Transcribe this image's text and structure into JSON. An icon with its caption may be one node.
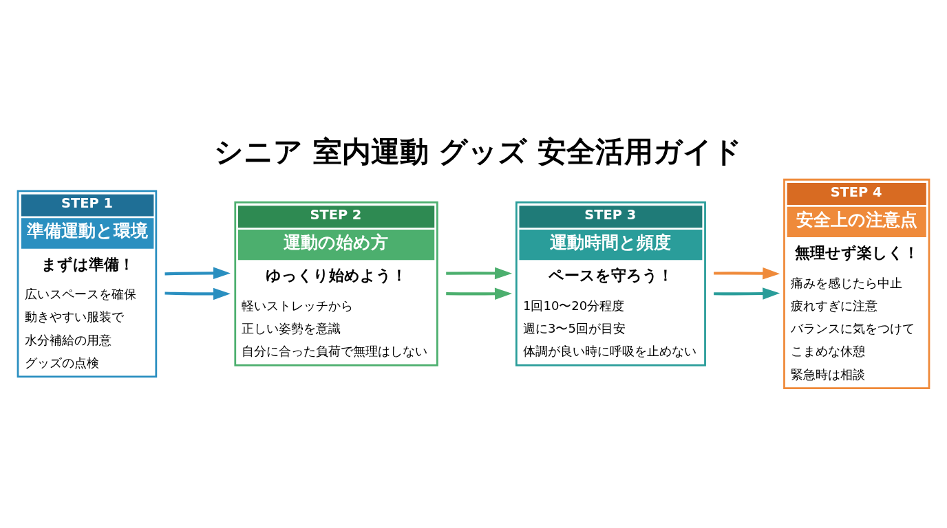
{
  "diagram": {
    "title": "シニア 室内運動 グッズ 安全活用ガイド",
    "nodes": [
      {
        "text": [
          "STEP 1",
          "準備運動と環境",
          "まずは準備！",
          "広いスペースを確保",
          "動きやすい服装で",
          "水分補給の用意",
          "グッズの点検"
        ]
      },
      {
        "text": [
          "STEP 2",
          "運動の始め方",
          "ゆっくり始めよう！",
          "軽いストレッチから",
          "正しい姿勢を意識",
          "自分に合った負荷で無理はしない"
        ]
      },
      {
        "text": [
          "STEP 3",
          "運動時間と頻度",
          "ペースを守ろう！",
          "1回10〜20分程度",
          "週に3〜5回が目安",
          "体調が良い時に呼吸を止めない"
        ]
      },
      {
        "text": [
          "STEP 4",
          "安全上の注意点",
          "無理せず楽しく！",
          "痛みを感じたら中止",
          "疲れすぎに注意",
          "バランスに気をつけて",
          "こまめな休憩",
          "緊急時は相談"
        ]
      }
    ],
    "edges": [
      {
        "from": 0,
        "to": 1,
        "arrow": "to",
        "color": "#2a8fc0"
      },
      {
        "from": 0,
        "to": 1,
        "arrow": "to",
        "color": "#2a8fc0"
      },
      {
        "from": 1,
        "to": 2,
        "arrow": "to",
        "color": "#4caf6e"
      },
      {
        "from": 1,
        "to": 2,
        "arrow": "to",
        "color": "#4caf6e"
      },
      {
        "from": 2,
        "to": 3,
        "arrow": "to",
        "color": "#2a9d9a"
      },
      {
        "from": 2,
        "to": 3,
        "arrow": "to",
        "color": "#ef8a3a"
      }
    ]
  }
}
